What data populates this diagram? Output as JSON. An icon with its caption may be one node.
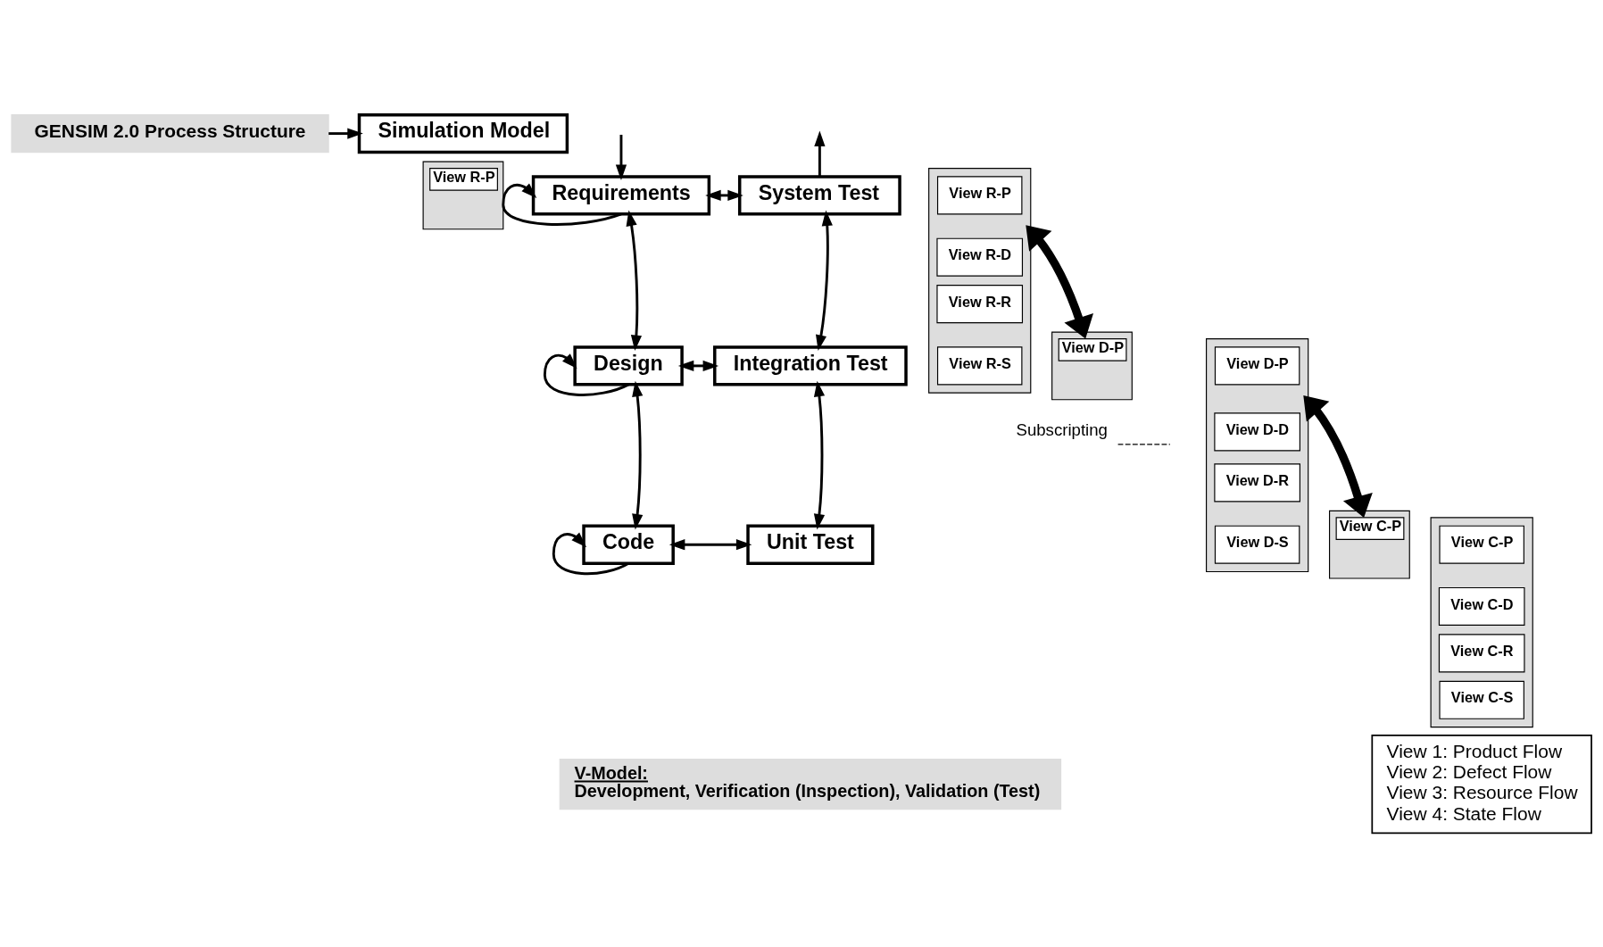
{
  "diagram": {
    "nodes": [
      {
        "text": [
          "Simulation Model"
        ]
      },
      {
        "text": [
          "GENSIM 2.0 Process Structure"
        ]
      },
      {
        "text": [
          "Requirements"
        ]
      },
      {
        "text": [
          "System Test"
        ]
      },
      {
        "text": [
          "Design"
        ]
      },
      {
        "text": [
          "Integration Test"
        ]
      },
      {
        "text": [
          "Code"
        ]
      },
      {
        "text": [
          "Unit Test"
        ]
      },
      {
        "text": [
          "View R-P"
        ]
      },
      {
        "text": [],
        "shape": "box"
      },
      {
        "text": [
          "View R-P"
        ],
        "in": 9
      },
      {
        "text": [
          "View R-D"
        ],
        "in": 9
      },
      {
        "text": [
          "View R-R"
        ],
        "in": 9
      },
      {
        "text": [
          "View R-S"
        ],
        "in": 9
      },
      {
        "text": [
          "View D-P"
        ]
      },
      {
        "text": [],
        "shape": "box"
      },
      {
        "text": [
          "View D-P"
        ],
        "in": 15
      },
      {
        "text": [
          "View D-D"
        ],
        "in": 15
      },
      {
        "text": [
          "View D-R"
        ],
        "in": 15
      },
      {
        "text": [
          "View D-S"
        ],
        "in": 15
      },
      {
        "text": [
          "View C-P"
        ]
      },
      {
        "text": [],
        "shape": "box"
      },
      {
        "text": [
          "View C-P"
        ],
        "in": 21
      },
      {
        "text": [
          "View C-D"
        ],
        "in": 21
      },
      {
        "text": [
          "View C-R"
        ],
        "in": 21
      },
      {
        "text": [
          "View C-S"
        ],
        "in": 21
      },
      {
        "text": [
          "View 1: Product Flow",
          "View 2: Defect Flow",
          "View 3: Resource Flow",
          "View 4: State Flow"
        ]
      },
      {
        "text": [
          "V-Model:",
          "Development, Verification (Inspection), Validation (Test)"
        ]
      }
    ],
    "edges": [
      {
        "from": 1,
        "to": 0,
        "arrow": "to"
      },
      {
        "from": null,
        "to": 2,
        "arrow": "to"
      },
      {
        "from": 3,
        "to": null,
        "arrow": "to"
      },
      {
        "from": 2,
        "to": 3,
        "arrow": "both"
      },
      {
        "from": 2,
        "to": 4,
        "arrow": "both"
      },
      {
        "from": 3,
        "to": 5,
        "arrow": "both"
      },
      {
        "from": 4,
        "to": 5,
        "arrow": "both"
      },
      {
        "from": 4,
        "to": 6,
        "arrow": "both"
      },
      {
        "from": 5,
        "to": 7,
        "arrow": "both"
      },
      {
        "from": 6,
        "to": 7,
        "arrow": "both"
      },
      {
        "from": 2,
        "to": 2,
        "arrow": "to"
      },
      {
        "from": 4,
        "to": 4,
        "arrow": "to"
      },
      {
        "from": 6,
        "to": 6,
        "arrow": "to"
      },
      {
        "from": 9,
        "to": 14,
        "arrow": "both",
        "style": "thick"
      },
      {
        "from": 15,
        "to": 20,
        "arrow": "both",
        "style": "thick"
      }
    ],
    "legend": [
      {
        "text": "Subscripting"
      }
    ]
  }
}
